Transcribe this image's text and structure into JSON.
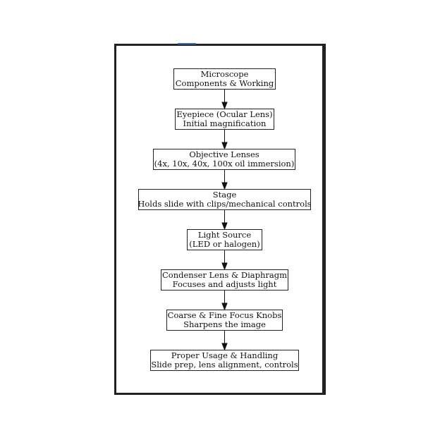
{
  "diagram": {
    "nodes": [
      {
        "line1": "Microscope",
        "line2": "Components & Working"
      },
      {
        "line1": "Eyepiece (Ocular Lens)",
        "line2": "Initial magnification"
      },
      {
        "line1": "Objective Lenses",
        "line2": "(4x, 10x, 40x, 100x oil immersion)"
      },
      {
        "line1": "Stage",
        "line2": "Holds slide with clips/mechanical controls"
      },
      {
        "line1": "Light Source",
        "line2": "(LED or halogen)"
      },
      {
        "line1": "Condenser Lens & Diaphragm",
        "line2": "Focuses and adjusts light"
      },
      {
        "line1": "Coarse & Fine Focus Knobs",
        "line2": "Sharpens the image"
      },
      {
        "line1": "Proper Usage & Handling",
        "line2": "Slide prep, lens alignment, controls"
      }
    ],
    "edges": [
      [
        0,
        1
      ],
      [
        1,
        2
      ],
      [
        2,
        3
      ],
      [
        3,
        4
      ],
      [
        4,
        5
      ],
      [
        5,
        6
      ],
      [
        6,
        7
      ]
    ]
  }
}
